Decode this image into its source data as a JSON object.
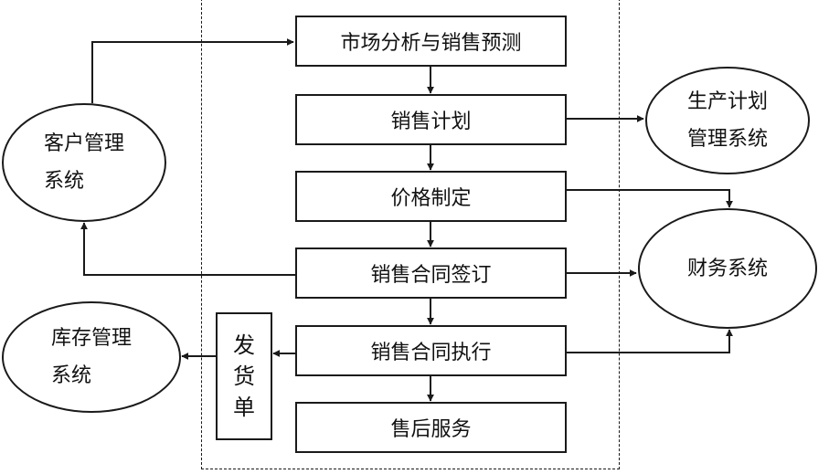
{
  "process_steps": {
    "market_analysis": "市场分析与销售预测",
    "sales_plan": "销售计划",
    "pricing": "价格制定",
    "contract_signing": "销售合同签订",
    "contract_execution": "销售合同执行",
    "after_sales": "售后服务"
  },
  "systems": {
    "customer_mgmt": {
      "line1": "客户管理",
      "line2": "系统"
    },
    "production_plan": {
      "line1": "生产计划",
      "line2": "管理系统"
    },
    "finance": {
      "line1": "财务系统"
    },
    "inventory_mgmt": {
      "line1": "库存管理",
      "line2": "系统"
    }
  },
  "delivery_note": {
    "chars": [
      "发",
      "货",
      "单"
    ]
  }
}
